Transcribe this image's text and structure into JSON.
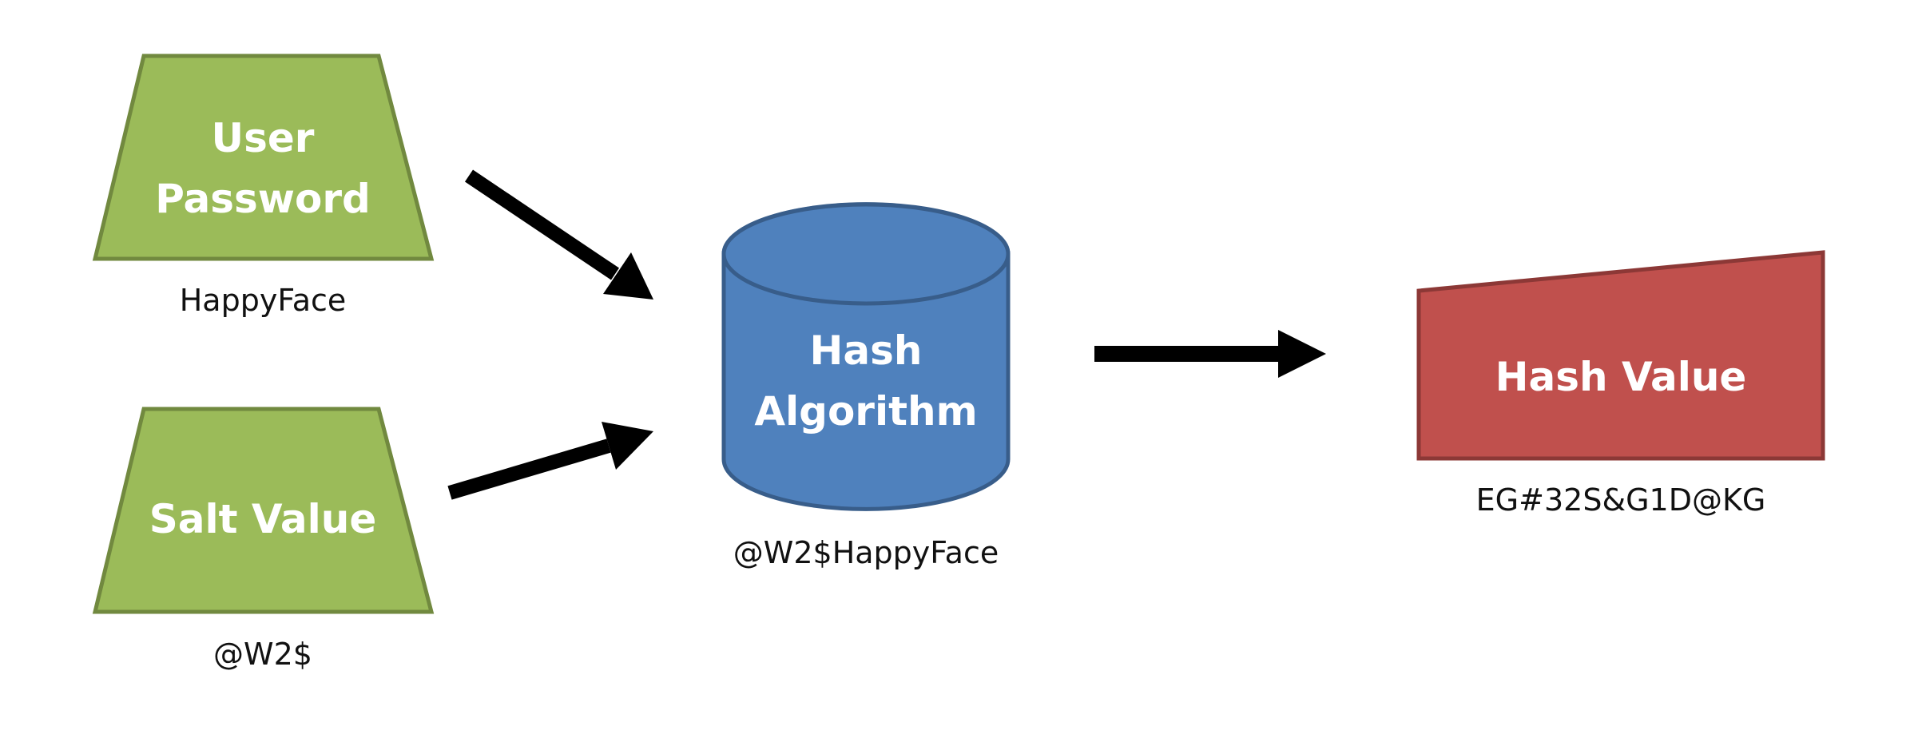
{
  "nodes": {
    "user_password": {
      "label_line1": "User",
      "label_line2": "Password",
      "caption": "HappyFace",
      "shape": "trapezoid",
      "fill": "#9bbb59",
      "stroke": "#71893f"
    },
    "salt_value": {
      "label": "Salt Value",
      "caption": "@W2$",
      "shape": "trapezoid",
      "fill": "#9bbb59",
      "stroke": "#71893f"
    },
    "hash_algorithm": {
      "label_line1": "Hash",
      "label_line2": "Algorithm",
      "caption": "@W2$HappyFace",
      "shape": "cylinder",
      "fill": "#4f81bd",
      "stroke": "#385d8a"
    },
    "hash_value": {
      "label": "Hash Value",
      "caption": "EG#32S&G1D@KG",
      "shape": "manual-input",
      "fill": "#c0504d",
      "stroke": "#8c3836"
    }
  },
  "arrows": [
    {
      "from": "user_password",
      "to": "hash_algorithm"
    },
    {
      "from": "salt_value",
      "to": "hash_algorithm"
    },
    {
      "from": "hash_algorithm",
      "to": "hash_value"
    }
  ]
}
